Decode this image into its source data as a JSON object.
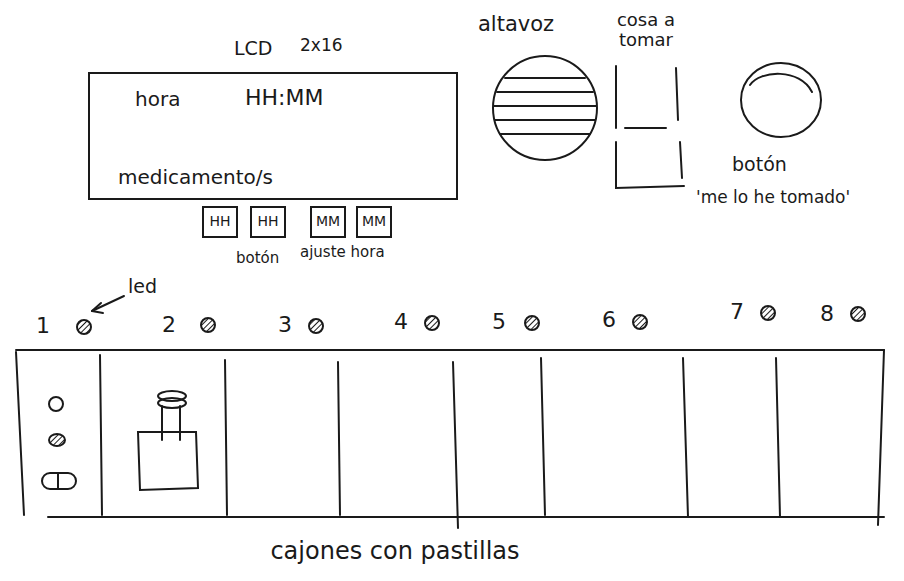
{
  "diagram": {
    "caption": "cajones con pastillas",
    "nodes": [
      {
        "text": [
          "LCD",
          "2x16",
          "hora",
          "HH:MM",
          "medicamento/s"
        ]
      },
      {
        "text": [
          "HH"
        ]
      },
      {
        "text": [
          "HH"
        ]
      },
      {
        "text": [
          "MM"
        ]
      },
      {
        "text": [
          "MM"
        ]
      },
      {
        "text": [
          "altavoz"
        ]
      },
      {
        "text": [
          "botón",
          "'me lo he tomado'"
        ]
      }
    ],
    "labels": [
      "cosa a tomar",
      "botón",
      "ajuste hora",
      "led",
      "1",
      "2",
      "3",
      "4",
      "5",
      "6",
      "7",
      "8"
    ]
  }
}
